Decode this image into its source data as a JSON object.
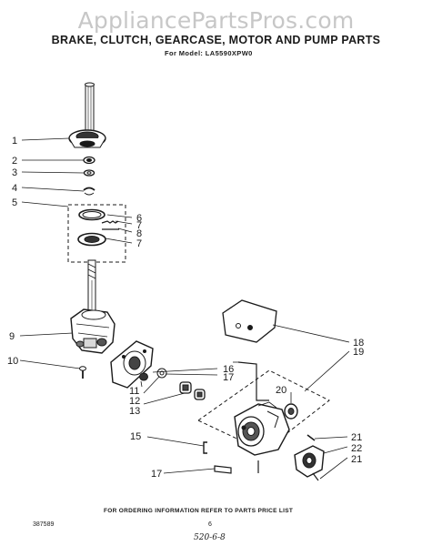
{
  "watermark": "AppliancePartsPros.com",
  "title": "BRAKE, CLUTCH, GEARCASE, MOTOR AND PUMP PARTS",
  "subtitle": "For Model: LA5590XPW0",
  "callouts": [
    "1",
    "2",
    "3",
    "4",
    "5",
    "6",
    "7",
    "8",
    "7",
    "9",
    "10",
    "11",
    "12",
    "13",
    "16",
    "17",
    "15",
    "18",
    "19",
    "20",
    "21",
    "22",
    "21",
    "17"
  ],
  "footer": {
    "note": "FOR ORDERING INFORMATION REFER TO PARTS PRICE LIST",
    "code": "387589",
    "page": "6",
    "handwritten": "520-6-8"
  }
}
